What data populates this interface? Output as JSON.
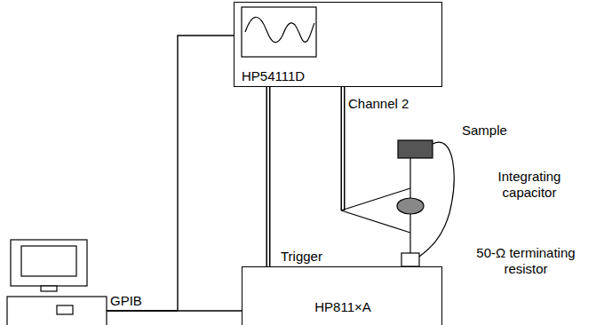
{
  "diagram": {
    "nodes": [
      {
        "text": [
          "HP54111D"
        ]
      },
      {
        "text": [
          "CPU"
        ]
      },
      {
        "text": [
          "HP811×A"
        ]
      }
    ],
    "edges": [
      {
        "from": 1,
        "to": 2,
        "arrow": "none",
        "label": "GPIB"
      },
      {
        "from": 1,
        "to": 0,
        "arrow": "none"
      },
      {
        "from": 0,
        "to": 2,
        "arrow": "none",
        "label": "Trigger"
      }
    ],
    "labels": [
      "Channel 2",
      "Sample",
      "Integrating capacitor",
      "50-Ω terminating resistor"
    ]
  }
}
